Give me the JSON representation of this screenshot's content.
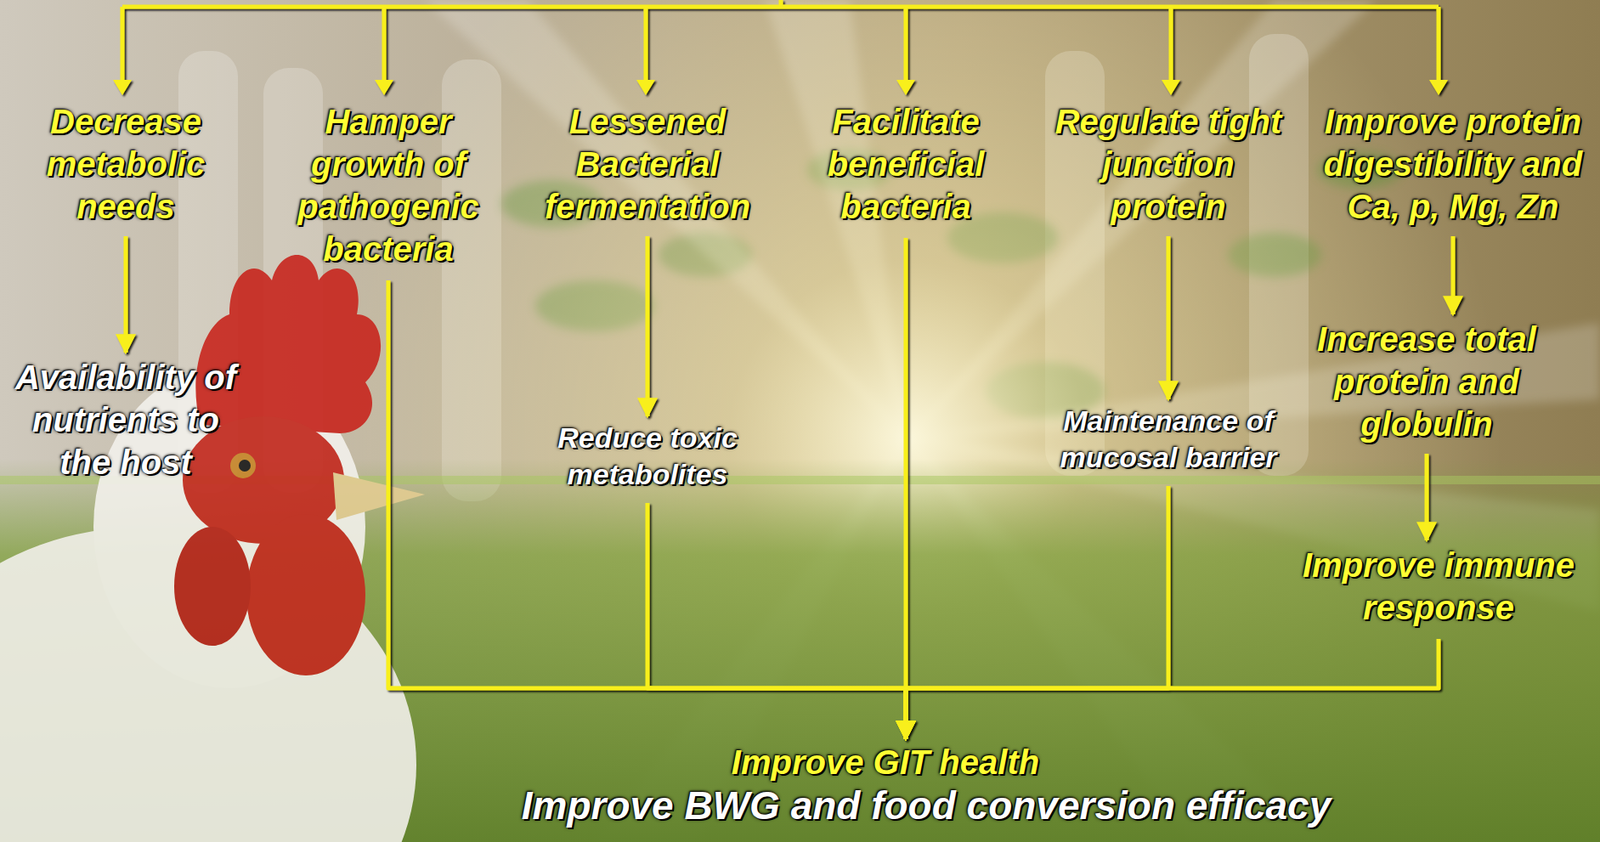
{
  "diagram": {
    "nodes": [
      {
        "text": [
          "Decrease metabolic needs"
        ]
      },
      {
        "text": [
          "Hamper growth of pathogenic bacteria"
        ]
      },
      {
        "text": [
          "Lessened Bacterial fermentation"
        ]
      },
      {
        "text": [
          "Facilitate beneficial bacteria"
        ]
      },
      {
        "text": [
          "Regulate tight junction protein"
        ]
      },
      {
        "text": [
          "Improve protein digestibility and Ca, p, Mg, Zn"
        ]
      },
      {
        "text": [
          "Availability of nutrients to the host"
        ]
      },
      {
        "text": [
          "Reduce toxic metabolites"
        ]
      },
      {
        "text": [
          "Maintenance of mucosal barrier"
        ]
      },
      {
        "text": [
          "Increase total protein and globulin"
        ]
      },
      {
        "text": [
          "Improve immune response"
        ]
      },
      {
        "text": [
          "Improve GIT health",
          "Improve BWG and food conversion efficacy"
        ]
      }
    ],
    "edges": [
      {
        "from": 0,
        "to": 6,
        "arrow": "to"
      },
      {
        "from": 2,
        "to": 7,
        "arrow": "to"
      },
      {
        "from": 4,
        "to": 8,
        "arrow": "to"
      },
      {
        "from": 5,
        "to": 9,
        "arrow": "to"
      },
      {
        "from": 9,
        "to": 10,
        "arrow": "to"
      },
      {
        "from": 1,
        "to": 11,
        "arrow": "to"
      },
      {
        "from": 7,
        "to": 11,
        "arrow": "to"
      },
      {
        "from": 3,
        "to": 11,
        "arrow": "to"
      },
      {
        "from": 8,
        "to": 11,
        "arrow": "to"
      },
      {
        "from": 10,
        "to": 11,
        "arrow": "to"
      }
    ]
  }
}
